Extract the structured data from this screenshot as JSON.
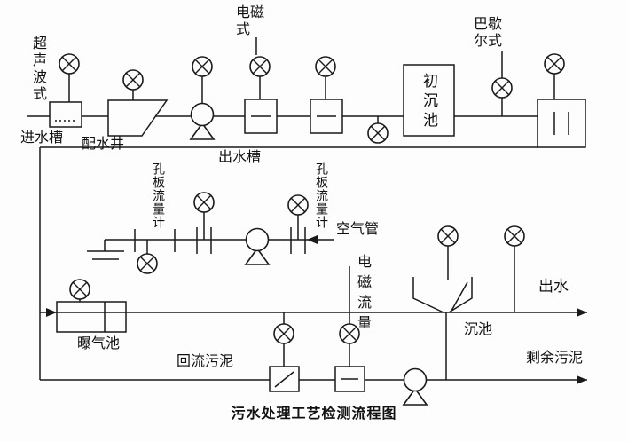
{
  "title": "污水处理工艺检测流程图",
  "labels": {
    "ultrasonic_type": "超声波式",
    "inlet_trough": "进水槽",
    "distribution_well": "配水井",
    "electromagnetic_type": "电磁式",
    "outlet_trough": "出水槽",
    "primary_sedimentation_tank": "初沉池",
    "parshall_type": "巴歇尔式",
    "orifice_flowmeter_left": "孔板流量计",
    "orifice_flowmeter_right": "孔板流量计",
    "air_pipe": "空气管",
    "electromagnetic_flow": "电磁流量",
    "effluent": "出水",
    "aeration_tank": "曝气池",
    "return_sludge": "回流污泥",
    "sedimentation_tank": "沉池",
    "excess_sludge": "剩余污泥"
  },
  "colors": {
    "line": "#1a1a1a",
    "background": "#fdfdfd"
  }
}
